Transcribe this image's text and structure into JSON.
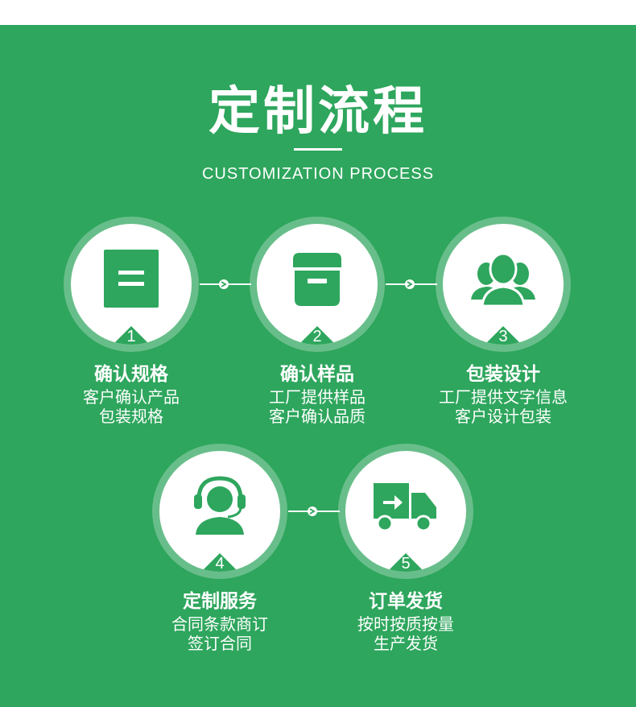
{
  "title": "定制流程",
  "subtitle": "CUSTOMIZATION PROCESS",
  "colors": {
    "background": "#2ea65d",
    "icon": "#2ea65d",
    "text": "#ffffff"
  },
  "steps": [
    {
      "number": "1",
      "title": "确认规格",
      "lines": [
        "客户确认产品",
        "包装规格"
      ],
      "icon": "document-icon"
    },
    {
      "number": "2",
      "title": "确认样品",
      "lines": [
        "工厂提供样品",
        "客户确认品质"
      ],
      "icon": "box-icon"
    },
    {
      "number": "3",
      "title": "包装设计",
      "lines": [
        "工厂提供文字信息",
        "客户设计包装"
      ],
      "icon": "users-icon"
    },
    {
      "number": "4",
      "title": "定制服务",
      "lines": [
        "合同条款商订",
        "签订合同"
      ],
      "icon": "headset-icon"
    },
    {
      "number": "5",
      "title": "订单发货",
      "lines": [
        "按时按质按量",
        "生产发货"
      ],
      "icon": "truck-icon"
    }
  ]
}
